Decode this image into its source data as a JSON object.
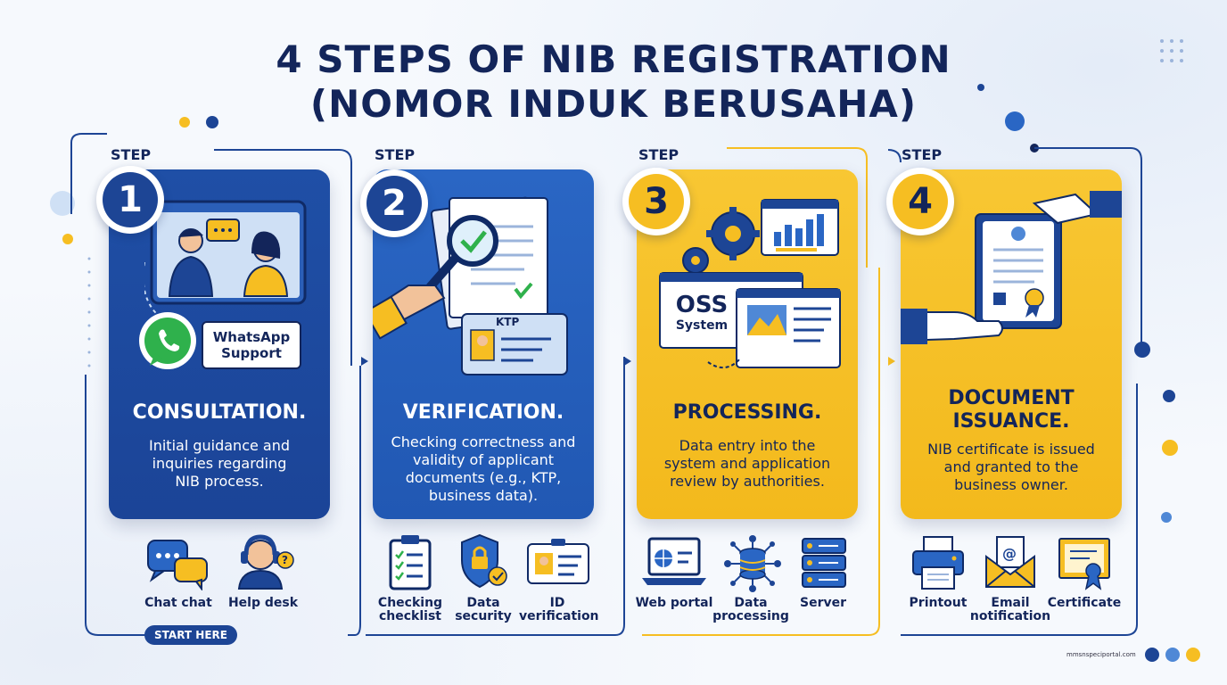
{
  "title": {
    "line1": "4 STEPS OF NIB REGISTRATION",
    "line2": "(NOMOR INDUK BERUSAHA)"
  },
  "step_word": "STEP",
  "steps": [
    {
      "number": "1",
      "title": "CONSULTATION.",
      "description": "Initial guidance and inquiries regarding NIB process.",
      "badge": "WhatsApp Support",
      "icons": [
        {
          "label": "Chat chat",
          "icon": "chat-bubbles-icon"
        },
        {
          "label": "Help desk",
          "icon": "headset-agent-icon"
        }
      ]
    },
    {
      "number": "2",
      "title": "VERIFICATION.",
      "description": "Checking correctness and validity of applicant documents (e.g., KTP, business data).",
      "badge": "KTP",
      "icons": [
        {
          "label": "Checking checklist",
          "icon": "clipboard-checklist-icon"
        },
        {
          "label": "Data security",
          "icon": "shield-lock-icon"
        },
        {
          "label": "ID verification",
          "icon": "id-card-icon"
        }
      ]
    },
    {
      "number": "3",
      "title": "PROCESSING.",
      "description": "Data entry into the system and application review by authorities.",
      "badge": "OSS System",
      "icons": [
        {
          "label": "Web portal",
          "icon": "laptop-globe-icon"
        },
        {
          "label": "Data processing",
          "icon": "database-network-icon"
        },
        {
          "label": "Server",
          "icon": "server-rack-icon"
        }
      ]
    },
    {
      "number": "4",
      "title": "DOCUMENT ISSUANCE.",
      "description": "NIB certificate is issued and granted to the business owner.",
      "icons": [
        {
          "label": "Printout",
          "icon": "printer-icon"
        },
        {
          "label": "Email notification",
          "icon": "email-envelope-icon"
        },
        {
          "label": "Certificate",
          "icon": "certificate-icon"
        }
      ]
    }
  ],
  "start_label": "START HERE",
  "watermark": "mmsnspeciportal.com",
  "colors": {
    "navy": "#13255a",
    "blue_dark": "#1d4595",
    "blue": "#2a66c4",
    "yellow": "#f6be22"
  }
}
